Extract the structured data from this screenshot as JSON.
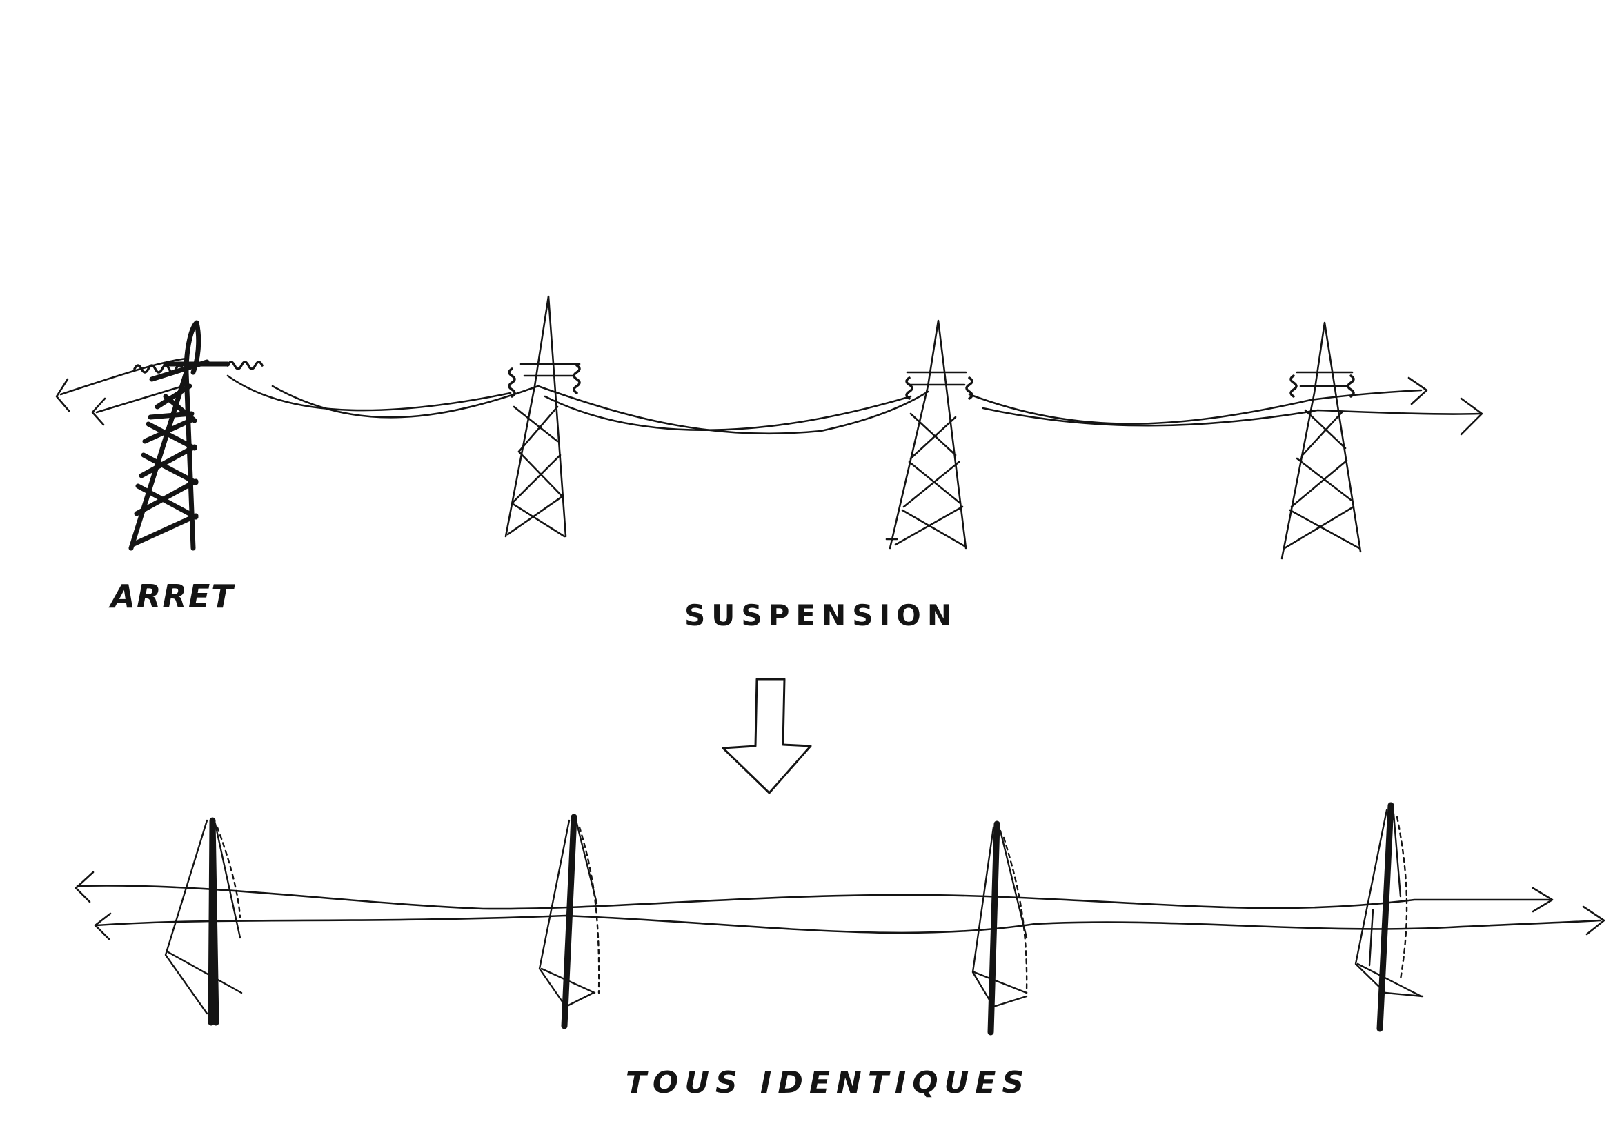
{
  "labels": {
    "arret": "ARRET",
    "suspension": "SUSPENSION",
    "tous_identiques": "TOUS   IDENTIQUES"
  },
  "colors": {
    "ink": "#141414",
    "paper": "#ffffff"
  }
}
